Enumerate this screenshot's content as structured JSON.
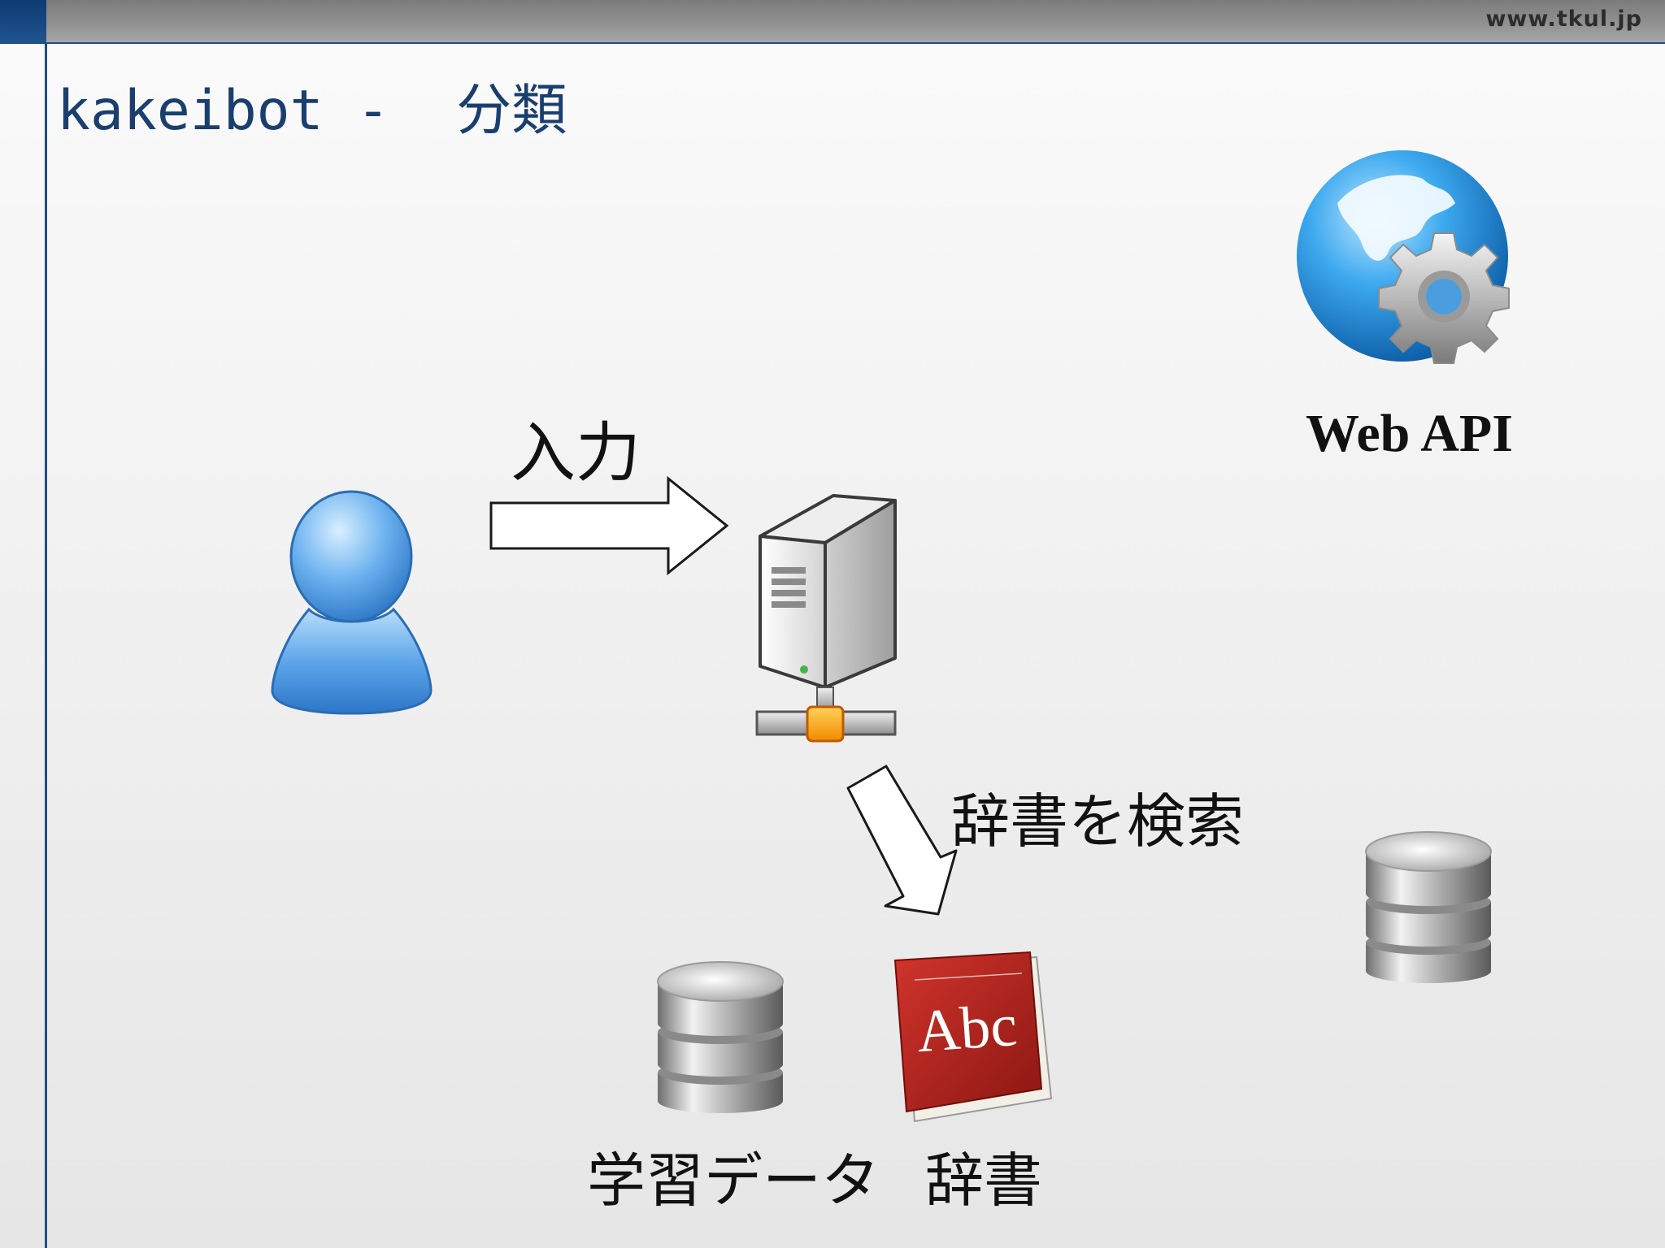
{
  "header": {
    "site_url": "www.tkul.jp"
  },
  "slide": {
    "title": "kakeibot -  分類"
  },
  "diagram": {
    "nodes": {
      "user": {
        "icon": "user-icon"
      },
      "server": {
        "icon": "server-icon"
      },
      "web_api": {
        "label": "Web API",
        "icon": "globe-gear-icon"
      },
      "training_data": {
        "label": "学習データ",
        "icon": "database-icon"
      },
      "dictionary": {
        "label": "辞書",
        "icon": "dictionary-book-icon",
        "book_text": "Abc"
      },
      "extra_database": {
        "icon": "database-icon"
      }
    },
    "edges": {
      "input": {
        "from": "user",
        "to": "server",
        "label": "入力"
      },
      "search": {
        "from": "server",
        "to": "dictionary",
        "label": "辞書を検索"
      }
    }
  },
  "colors": {
    "title": "#1a3f6f",
    "accent_bar": "#1d4e86",
    "user_blue": "#3f8fdc",
    "book_red": "#b3201c"
  }
}
